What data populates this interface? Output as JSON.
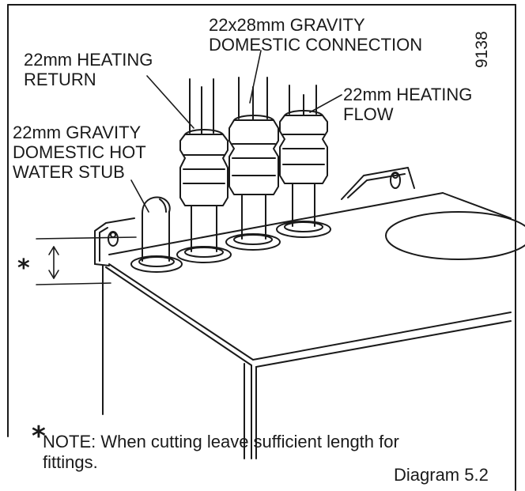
{
  "diagram_ref": "9138",
  "labels": {
    "heating_return": [
      "22mm HEATING",
      "RETURN"
    ],
    "gravity_connection": [
      "22x28mm GRAVITY",
      "DOMESTIC CONNECTION"
    ],
    "heating_flow": [
      "22mm HEATING",
      "FLOW"
    ],
    "hot_water_stub": [
      "22mm GRAVITY",
      "DOMESTIC HOT",
      "WATER STUB"
    ]
  },
  "dimension_marker": "*",
  "note": {
    "asterisk": "*",
    "line1": "NOTE: When cutting leave sufficient length for",
    "line2": "fittings."
  },
  "caption": "Diagram 5.2",
  "colors": {
    "ink": "#1a1a1a",
    "background": "#ffffff"
  }
}
